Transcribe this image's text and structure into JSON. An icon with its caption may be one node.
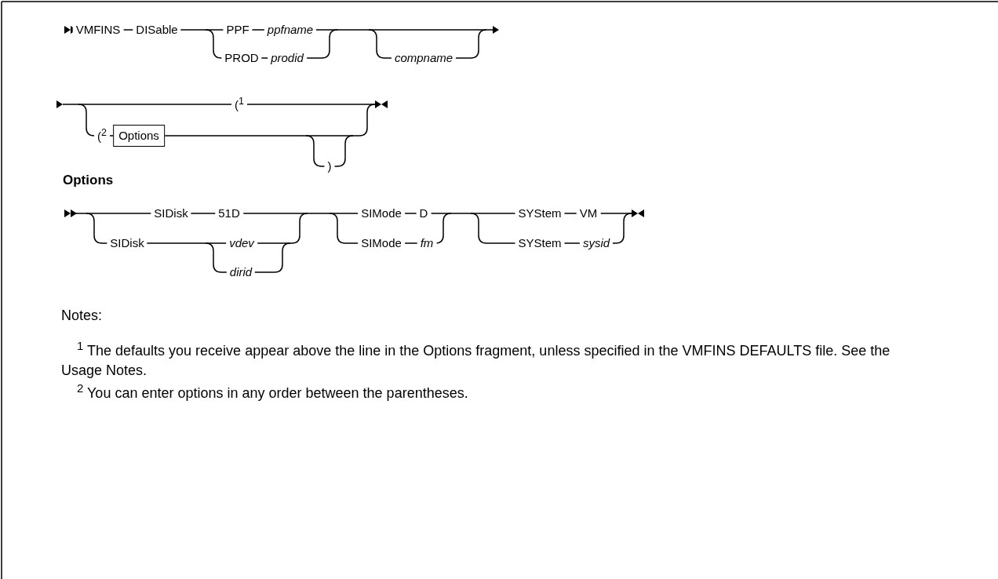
{
  "diagram": {
    "nodes": [
      {
        "text": [
          "Options"
        ]
      }
    ],
    "labels": [
      "VMFINS",
      "DISable",
      "PPF",
      "ppfname",
      "PROD",
      "prodid",
      "compname",
      "($^{1}$",
      "($^{2}$",
      ")",
      "Options",
      "SIDisk",
      "51D",
      "SIMode",
      "D",
      "SYStem",
      "VM",
      "SIDisk",
      "vdev",
      "SIMode",
      "fm",
      "SYStem",
      "sysid",
      "dirid",
      "Notes:",
      "$^{1}$ The defaults you receive appear above the line in the Options fragment, unless specified in the VMFINS DEFAULTS file. See the Usage Notes.",
      "$^{2}$ You can enter options in any order between the parentheses."
    ]
  }
}
